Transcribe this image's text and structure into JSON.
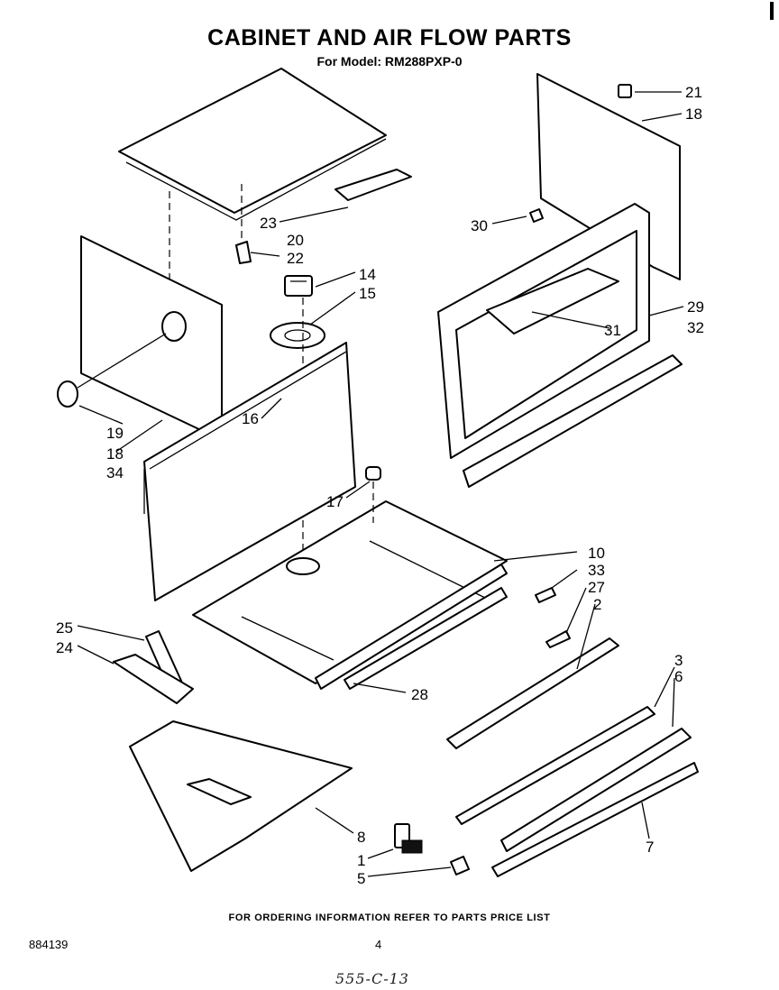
{
  "header": {
    "title": "CABINET AND AIR FLOW PARTS",
    "subtitle": "For Model: RM288PXP-0"
  },
  "footer": {
    "note": "FOR ORDERING INFORMATION REFER TO PARTS PRICE LIST",
    "doc_number": "884139",
    "page_number": "4",
    "handwritten": "555-C-13"
  },
  "callouts": {
    "c21": "21",
    "c18a": "18",
    "c30": "30",
    "c23": "23",
    "c20": "20",
    "c22": "22",
    "c14": "14",
    "c15": "15",
    "c29": "29",
    "c32": "32",
    "c31": "31",
    "c19": "19",
    "c18b": "18",
    "c34": "34",
    "c16": "16",
    "c17": "17",
    "c10": "10",
    "c33": "33",
    "c27": "27",
    "c2": "2",
    "c25": "25",
    "c24": "24",
    "c28": "28",
    "c3": "3",
    "c6": "6",
    "c8": "8",
    "c7": "7",
    "c1": "1",
    "c5": "5"
  }
}
